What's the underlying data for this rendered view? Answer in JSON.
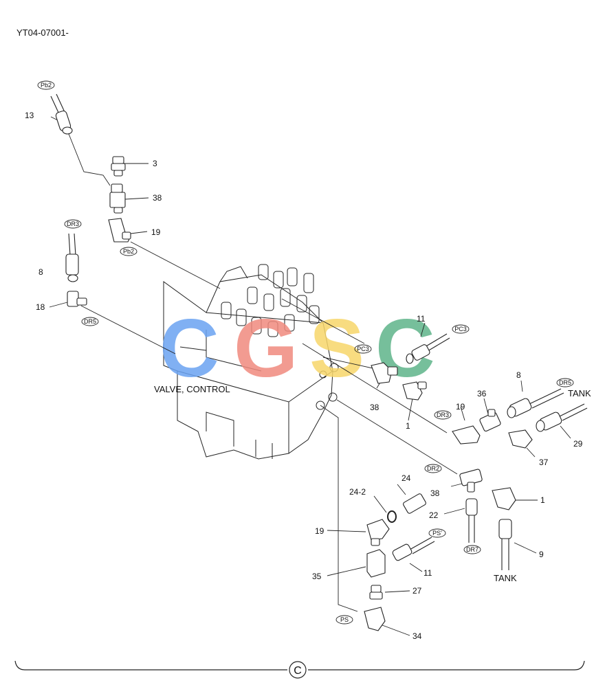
{
  "header": {
    "code": "YT04-07001-"
  },
  "assembly_label": "VALVE, CONTROL",
  "tank_label_top": "TANK",
  "tank_label_bottom": "TANK",
  "watermark": {
    "text": "CGSC",
    "colors": [
      "#6aa3f2",
      "#f08a7e",
      "#f7d66a",
      "#5fb58a"
    ]
  },
  "part_numbers": {
    "p13": "13",
    "p3": "3",
    "p38a": "38",
    "p19a": "19",
    "p8a": "8",
    "p18": "18",
    "p11a": "11",
    "p38b": "38",
    "p1a": "1",
    "p19b": "19",
    "p36": "36",
    "p8b": "8",
    "p29": "29",
    "p37": "37",
    "p24": "24",
    "p24_2": "24-2",
    "p38c": "38",
    "p1b": "1",
    "p22": "22",
    "p19c": "19",
    "p11b": "11",
    "p9": "9",
    "p35": "35",
    "p27": "27",
    "p34": "34"
  },
  "port_tags": {
    "pb2_top": "Pb2",
    "pb2_mid": "Pb2",
    "dr3_left": "DR3",
    "dr5_left": "DR5",
    "pc3_right": "PC3",
    "pc3_mid": "PC3",
    "dr3_mid": "DR3",
    "dr5_right": "DR5",
    "dr2": "DR2",
    "dr7": "DR7",
    "ps_prime": "PS'",
    "ps": "PS"
  },
  "footer": {
    "section_mark": "C"
  }
}
